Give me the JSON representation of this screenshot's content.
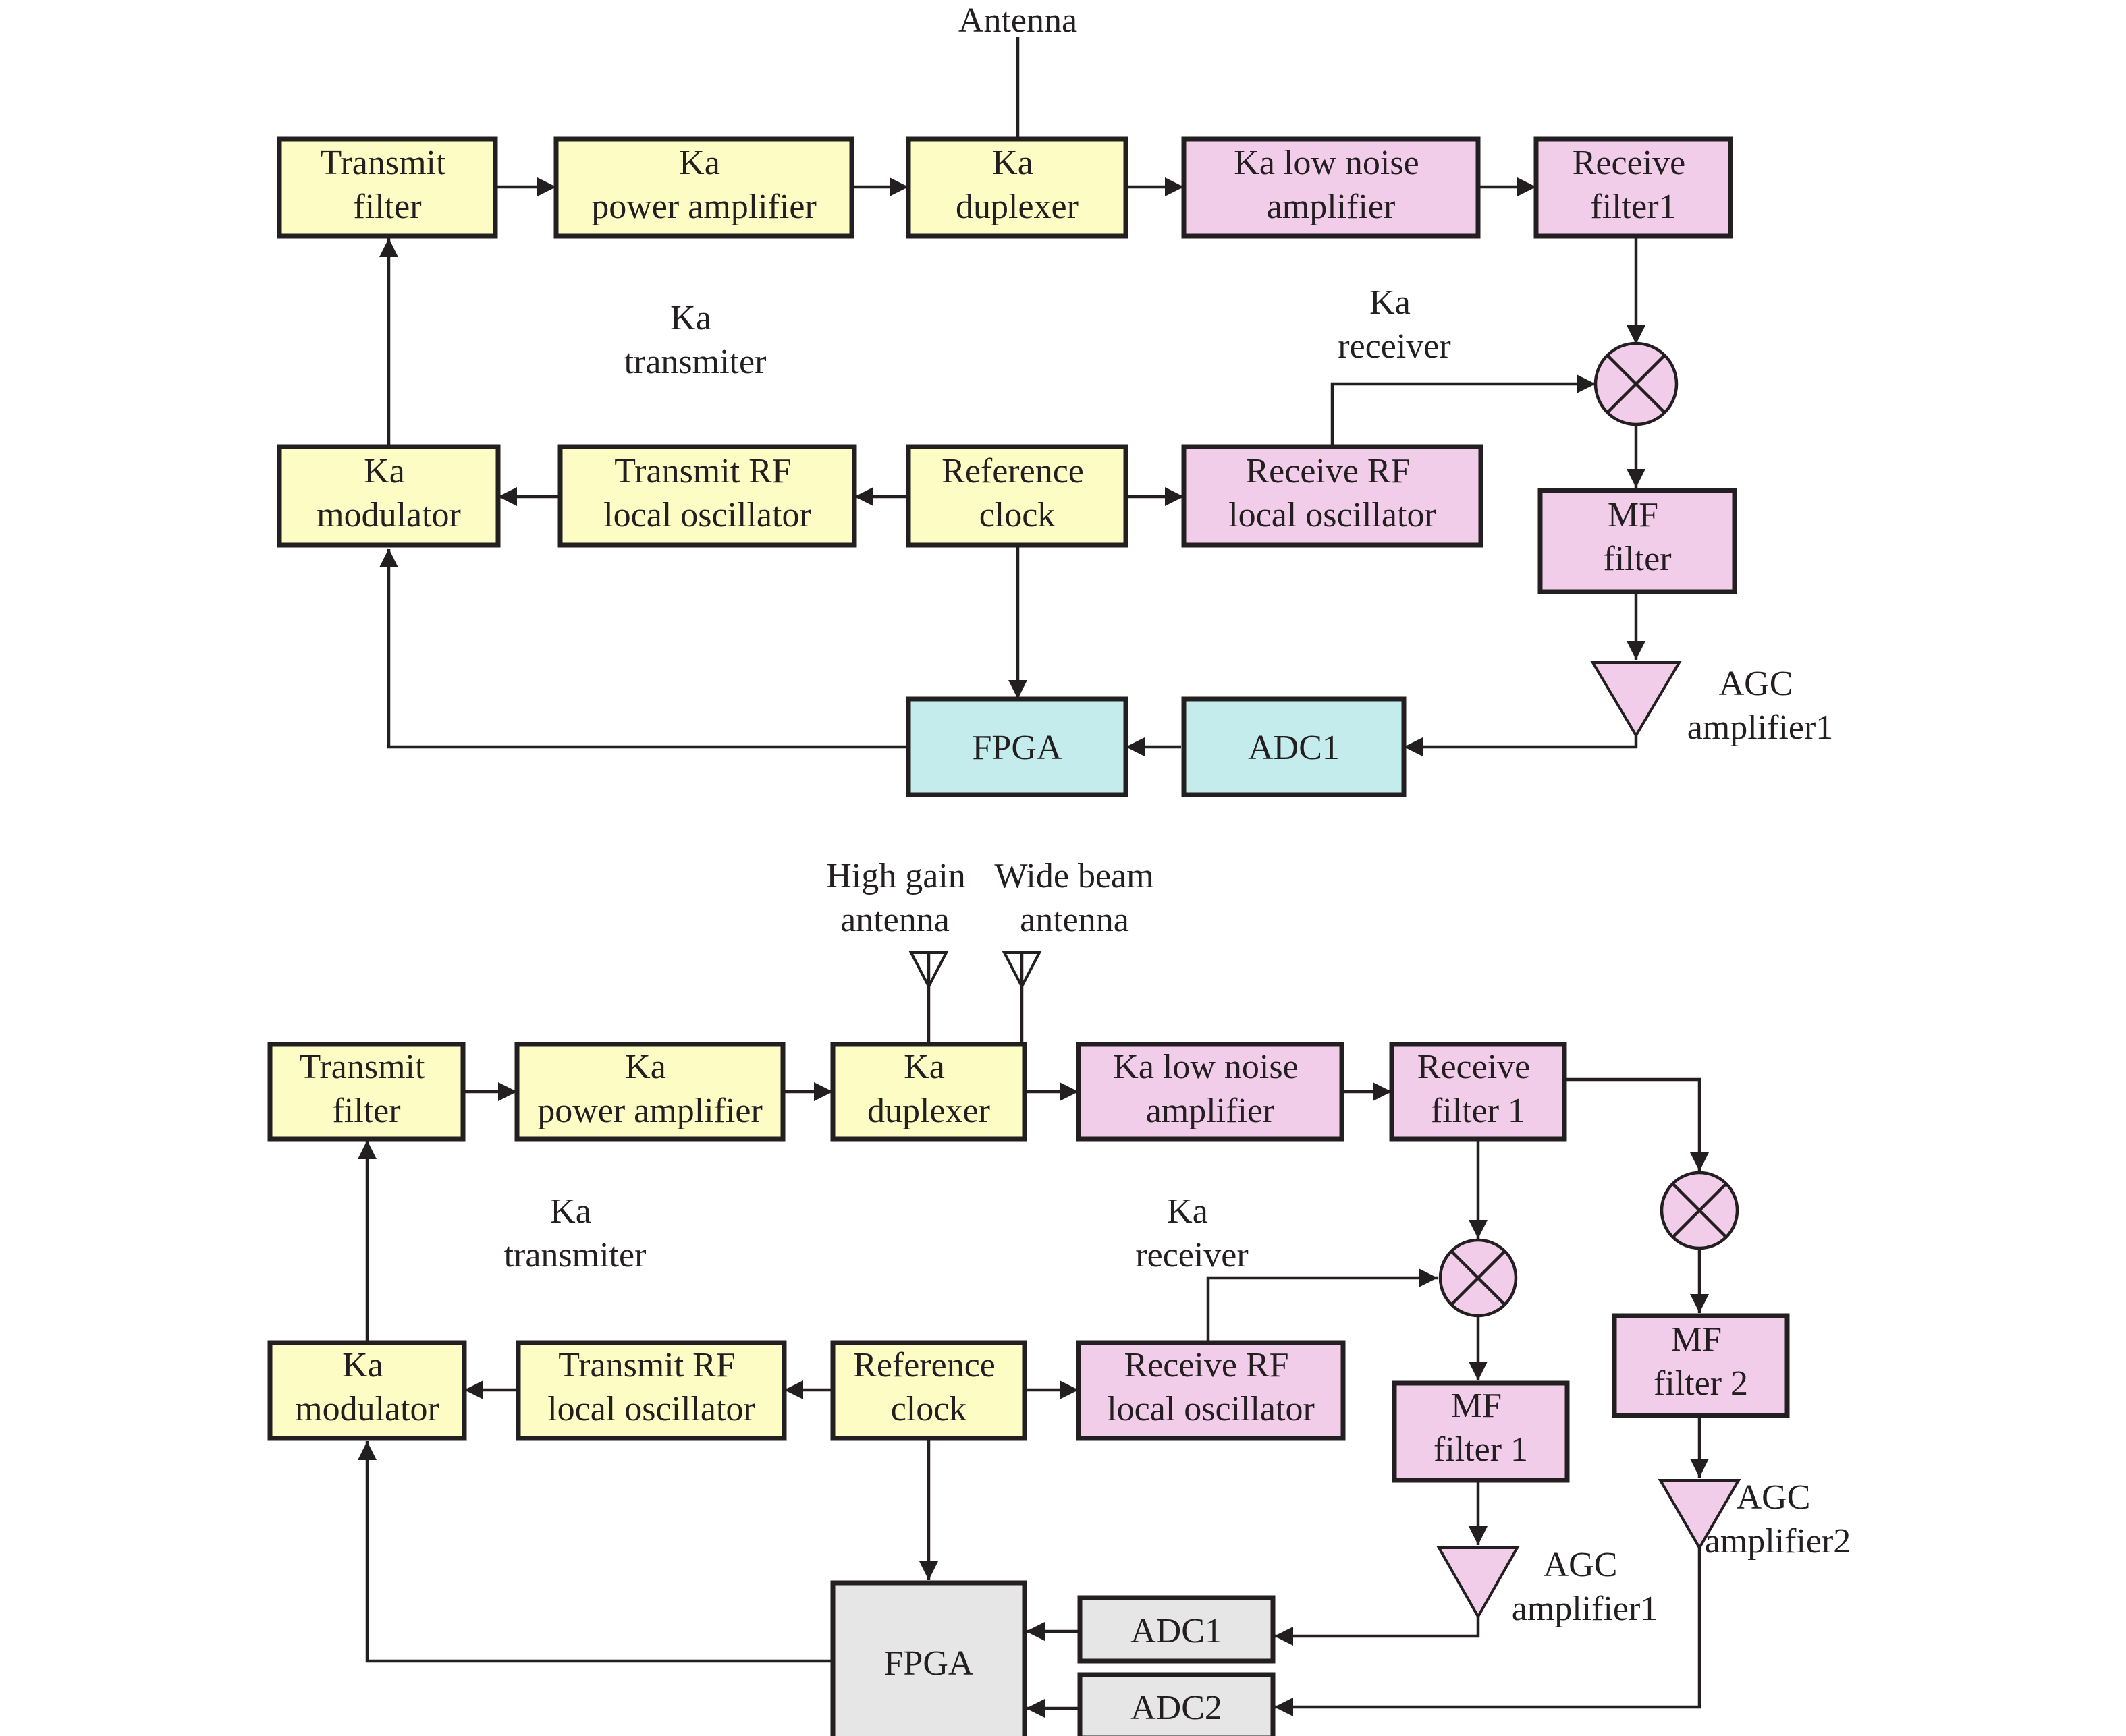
{
  "top": {
    "antenna_label": "Antenna",
    "transmitter_label": [
      "Ka",
      "transmiter"
    ],
    "receiver_label": [
      "Ka",
      "receiver"
    ],
    "blocks": {
      "transmit_filter": [
        "Transmit",
        "filter"
      ],
      "power_amplifier": [
        "Ka",
        "power amplifier"
      ],
      "duplexer": [
        "Ka",
        "duplexer"
      ],
      "low_noise_amplifier": [
        "Ka low noise",
        "amplifier"
      ],
      "receive_filter": [
        "Receive",
        "filter1"
      ],
      "modulator": [
        "Ka",
        "modulator"
      ],
      "transmit_lo": [
        "Transmit RF",
        "local oscillator"
      ],
      "reference_clock": [
        "Reference",
        "clock"
      ],
      "receive_lo": [
        "Receive RF",
        "local oscillator"
      ],
      "mf_filter": [
        "MF",
        "filter"
      ],
      "fpga": [
        "FPGA"
      ],
      "adc": [
        "ADC1"
      ]
    },
    "agc_label": [
      "AGC",
      "amplifier1"
    ]
  },
  "bottom": {
    "high_gain_antenna_label": [
      "High gain",
      "antenna"
    ],
    "wide_beam_antenna_label": [
      "Wide beam",
      "antenna"
    ],
    "transmitter_label": [
      "Ka",
      "transmiter"
    ],
    "receiver_label": [
      "Ka",
      "receiver"
    ],
    "blocks": {
      "transmit_filter": [
        "Transmit",
        "filter"
      ],
      "power_amplifier": [
        "Ka",
        "power amplifier"
      ],
      "duplexer": [
        "Ka",
        "duplexer"
      ],
      "low_noise_amplifier": [
        "Ka low noise",
        "amplifier"
      ],
      "receive_filter": [
        "Receive",
        "filter 1"
      ],
      "modulator": [
        "Ka",
        "modulator"
      ],
      "transmit_lo": [
        "Transmit RF",
        "local oscillator"
      ],
      "reference_clock": [
        "Reference",
        "clock"
      ],
      "receive_lo": [
        "Receive RF",
        "local oscillator"
      ],
      "mf_filter_1": [
        "MF",
        "filter 1"
      ],
      "mf_filter_2": [
        "MF",
        "filter 2"
      ],
      "fpga": [
        "FPGA"
      ],
      "adc1": [
        "ADC1"
      ],
      "adc2": [
        "ADC2"
      ]
    },
    "agc1_label": [
      "AGC",
      "amplifier1"
    ],
    "agc2_label": [
      "AGC",
      "amplifier2"
    ]
  },
  "colors": {
    "transmit_blocks": "#fcfcc4",
    "receive_blocks": "#f2cde9",
    "processing_blocks_top": "#c4ecec",
    "processing_blocks_bottom": "#e6e6e6",
    "lines": "#231f20"
  }
}
